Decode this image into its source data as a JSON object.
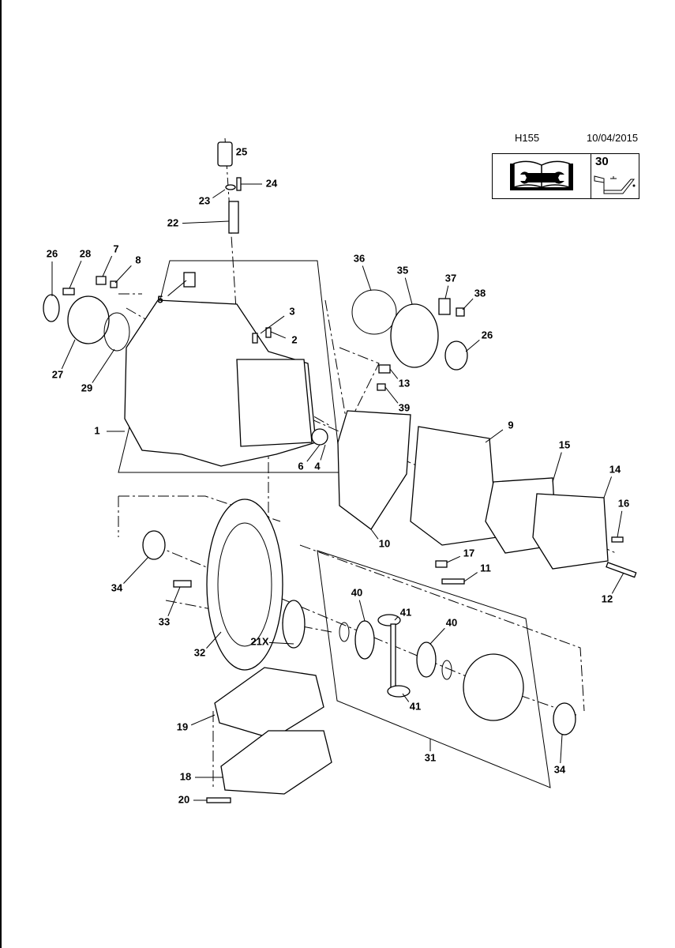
{
  "header": {
    "code": "H155",
    "date": "10/04/2015"
  },
  "legend": {
    "manual_icon": "repair-manual-wrench-icon",
    "oil_icon": "oil-can-icon",
    "oil_ref": "30"
  },
  "callouts": [
    "25",
    "24",
    "23",
    "22",
    "26",
    "28",
    "7",
    "8",
    "5",
    "3",
    "2",
    "27",
    "29",
    "1",
    "6",
    "4",
    "36",
    "35",
    "37",
    "38",
    "26",
    "13",
    "39",
    "9",
    "15",
    "14",
    "16",
    "10",
    "17",
    "11",
    "12",
    "34",
    "33",
    "32",
    "21X",
    "40",
    "41",
    "40",
    "41",
    "19",
    "31",
    "34",
    "18",
    "20"
  ]
}
